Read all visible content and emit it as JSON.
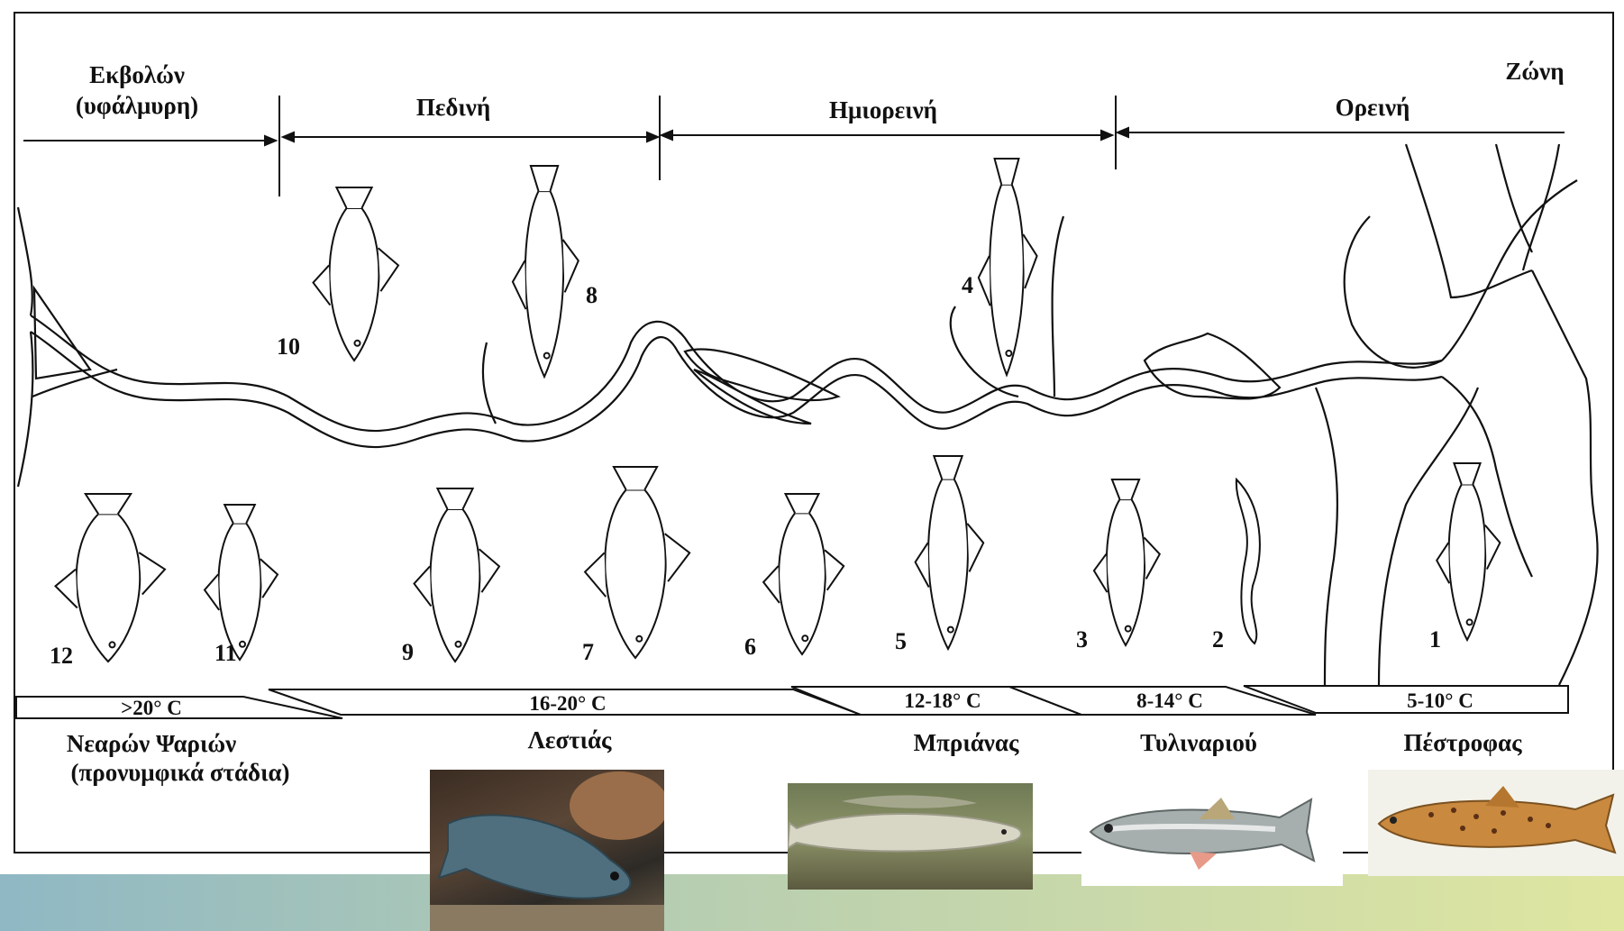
{
  "zones": {
    "title": "Ζώνη",
    "estuary_line1": "Εκβολών",
    "estuary_line2": "(υφάλμυρη)",
    "lowland": "Πεδινή",
    "semimountain": "Ημιορεινή",
    "mountain": "Ορεινή"
  },
  "fish_numbers": [
    "12",
    "11",
    "10",
    "9",
    "8",
    "7",
    "6",
    "5",
    "4",
    "3",
    "2",
    "1"
  ],
  "temperatures": {
    "t1": ">20° C",
    "t2": "16-20° C",
    "t3": "12-18° C",
    "t4": "8-14° C",
    "t5": "5-10° C"
  },
  "fish_zones": {
    "juvenile_line1": "Νεαρών Ψαριών",
    "juvenile_line2": "(προνυμφικά στάδια)",
    "bream": "Λεστιάς",
    "barbel": "Μπριάνας",
    "grayling": "Τυλιναριού",
    "trout": "Πέστροφας"
  },
  "colors": {
    "line": "#111111",
    "band_left": "#8fb8c4",
    "band_right": "#dfe6a0"
  },
  "photos": [
    "bream-photo",
    "barbel-photo",
    "grayling-photo",
    "trout-photo"
  ]
}
